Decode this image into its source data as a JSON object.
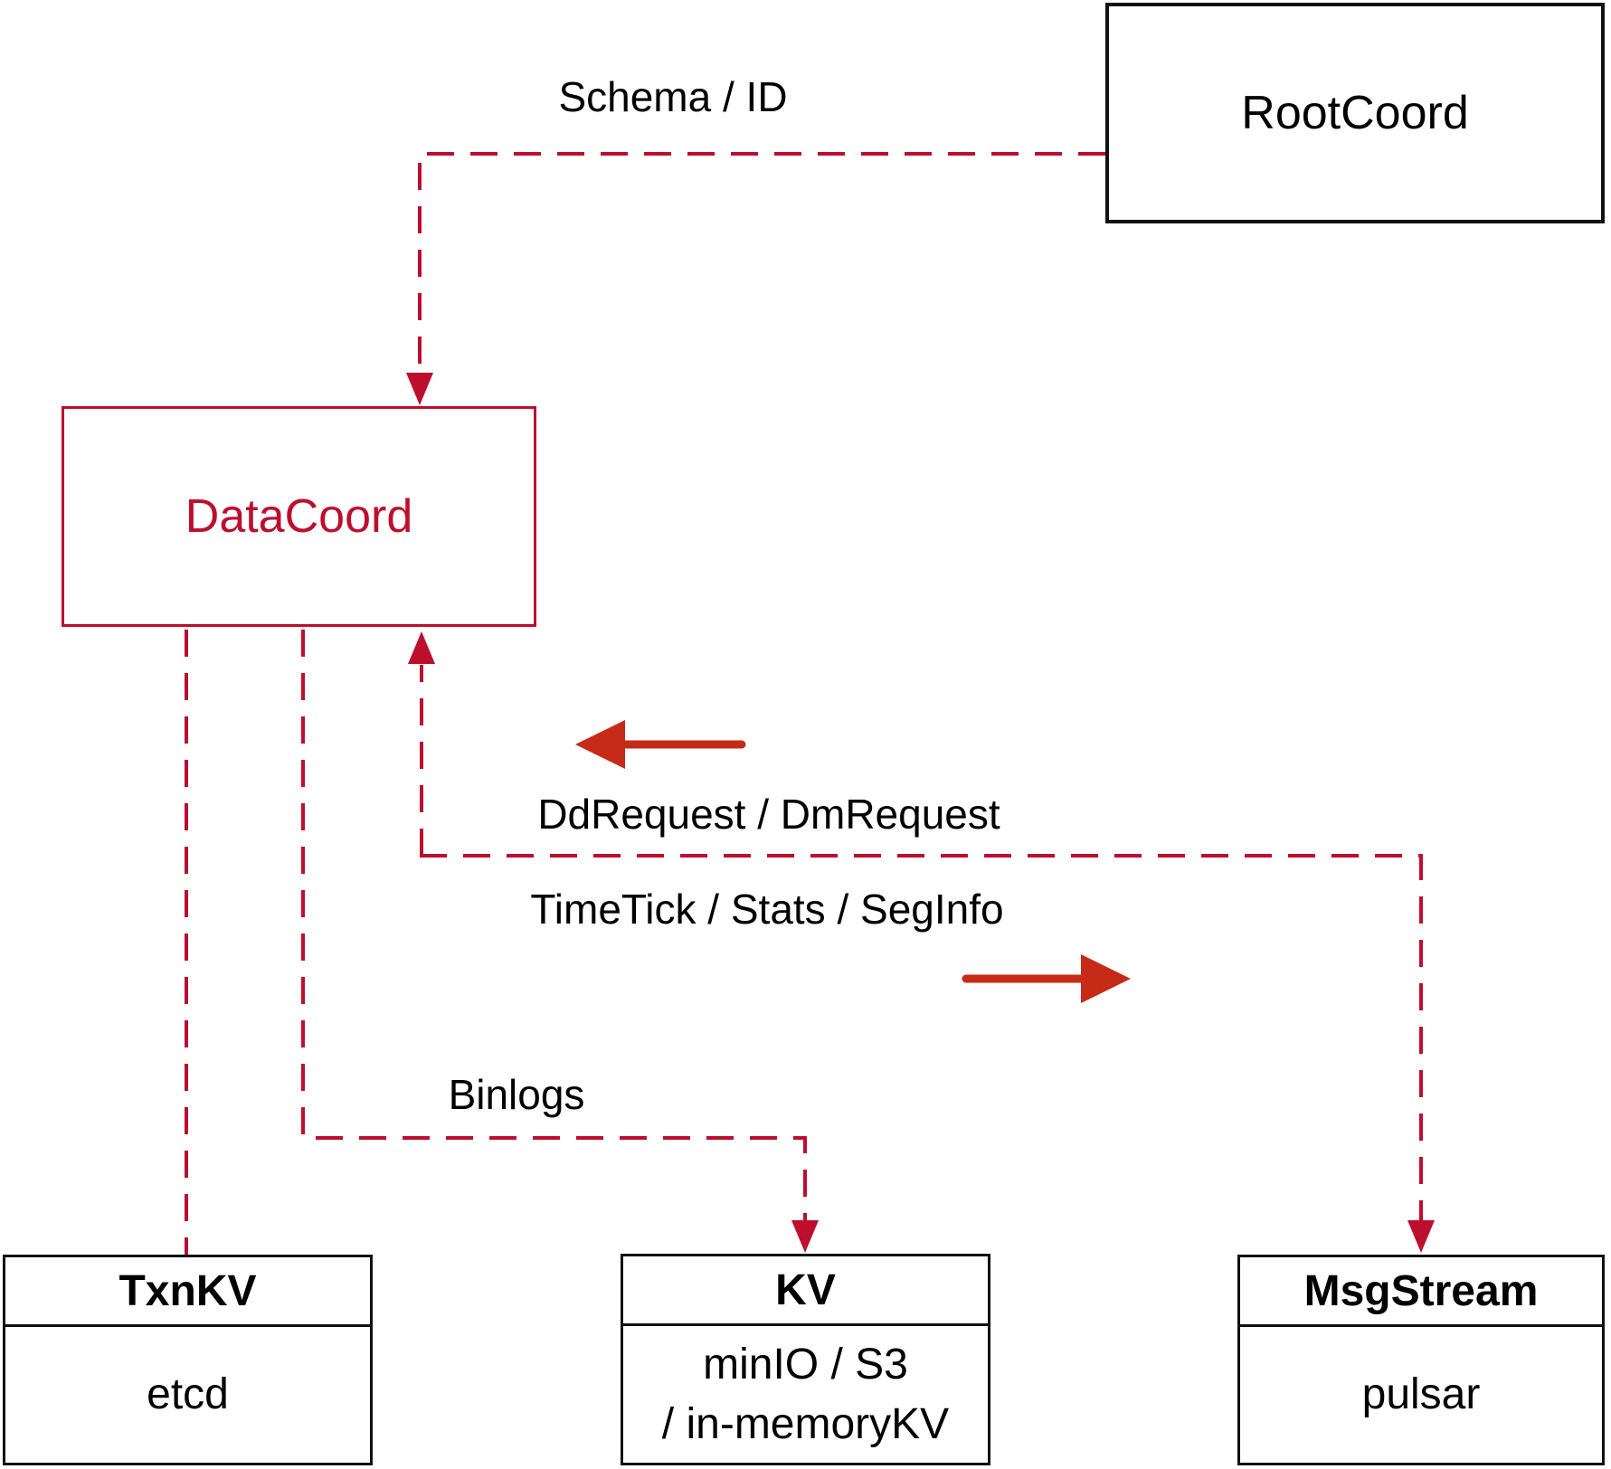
{
  "diagram": {
    "nodes": {
      "rootcoord": {
        "label": "RootCoord"
      },
      "datacoord": {
        "label": "DataCoord"
      },
      "txnkv": {
        "title": "TxnKV",
        "body": "etcd"
      },
      "kv": {
        "title": "KV",
        "body_line1": "minIO / S3",
        "body_line2": "/ in-memoryKV"
      },
      "msgstream": {
        "title": "MsgStream",
        "body": "pulsar"
      }
    },
    "edges": {
      "schema_label": "Schema / ID",
      "ddrequest_label": "DdRequest / DmRequest",
      "timetick_label": "TimeTick / Stats / SegInfo",
      "binlogs_label": "Binlogs"
    },
    "colors": {
      "crimson": "#BE0E2E",
      "arrow_red": "#C62B17",
      "box_black": "#111111"
    }
  }
}
